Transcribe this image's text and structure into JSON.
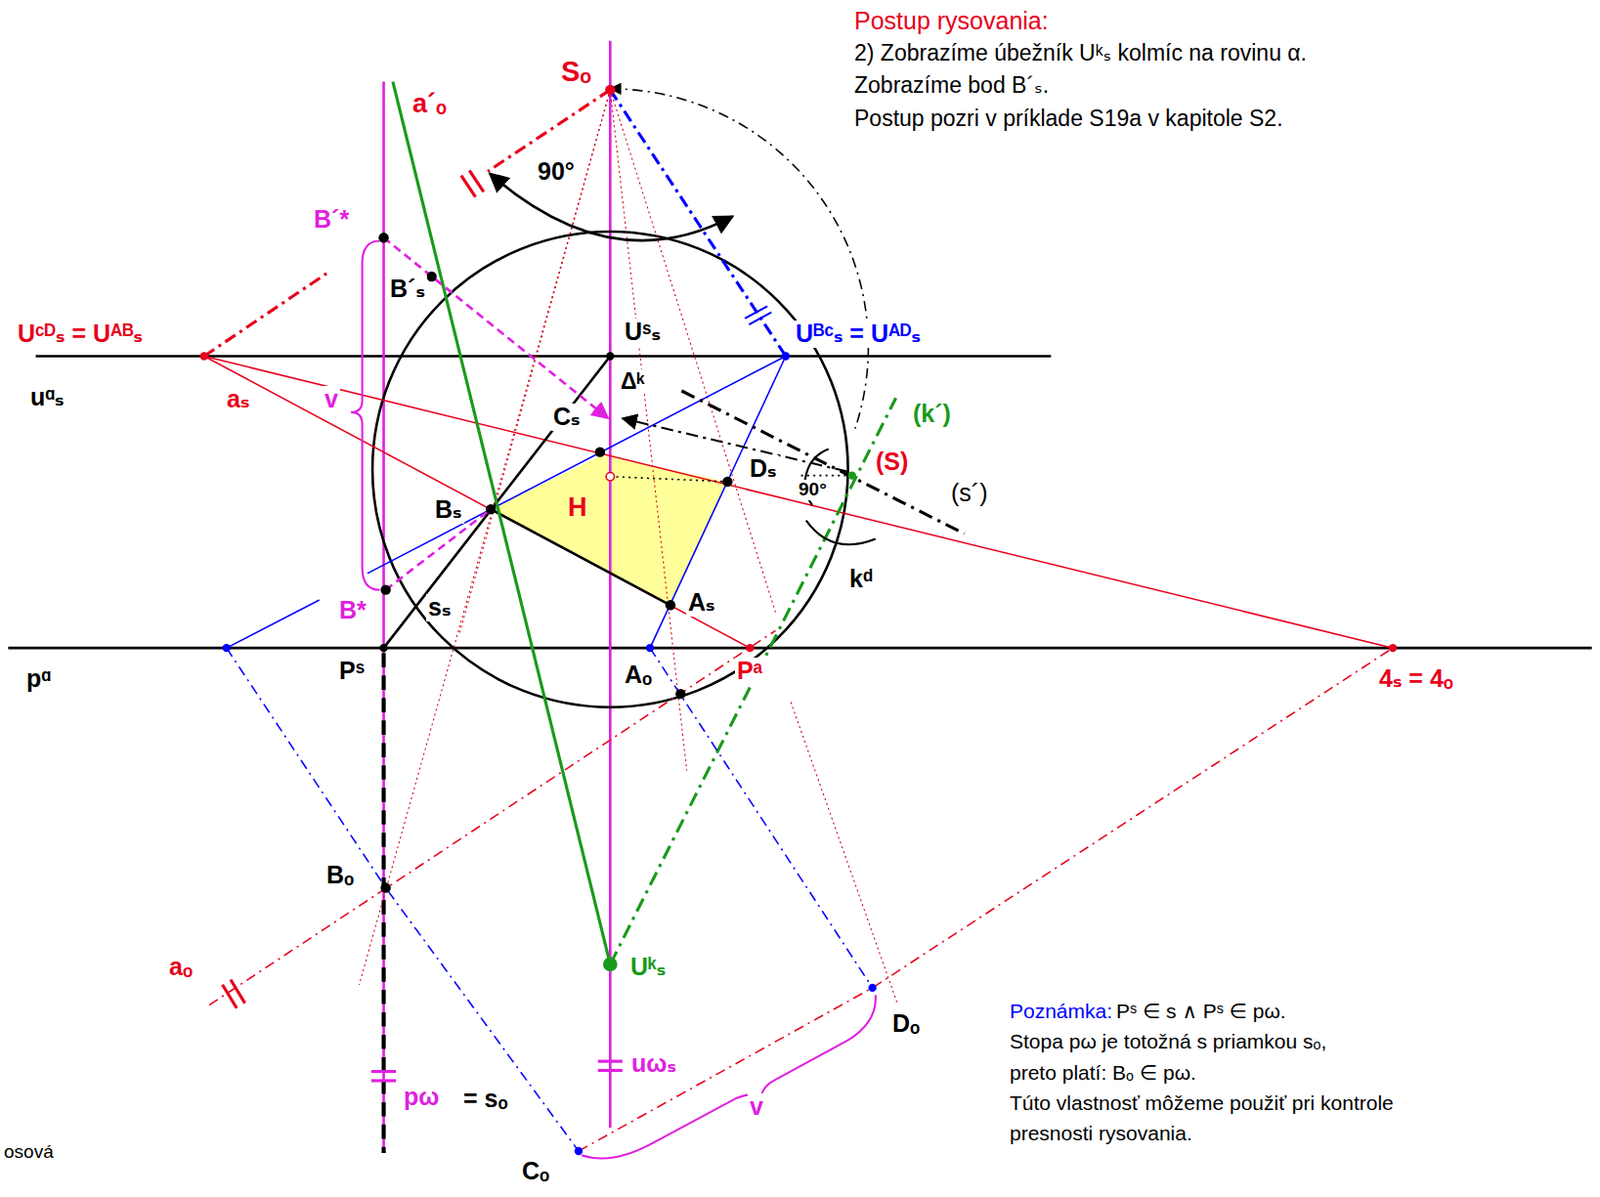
{
  "diagram": {
    "labels": [
      "Postup rysovania:",
      "2) Zobrazíme úbežník Uᵏₛ kolmíc na rovinu α.",
      "Zobrazíme bod B´ₛ.",
      "Postup pozri v príklade S19a v kapitole S2.",
      "Sₒ",
      "a´ₒ",
      "90°",
      "B´*",
      "B´ₛ",
      "Uᶜᴰₛ = Uᴬᴮₛ",
      "Uˢₛ",
      "Uᴮᶜₛ = Uᴬᴰₛ",
      "uᵅₛ",
      "aₛ",
      "v",
      "Δᵏ",
      "Cₛ",
      "Dₛ",
      "(S)",
      "(k´)",
      "90°",
      "(s´)",
      "H",
      "Bₛ",
      "kᵈ",
      "Aₛ",
      "B*",
      "sₛ",
      "pᵅ",
      "Pˢ",
      "Aₒ",
      "Pᵃ",
      "4ₛ = 4ₒ",
      "Bₒ",
      "aₒ",
      "Uᵏₛ",
      "Dₒ",
      "pω",
      "= sₒ",
      "uωₛ",
      "v",
      "Cₒ",
      "Poznámka:",
      "Pˢ ∈ s ∧ Pˢ ∈ pω.",
      "Stopa pω je totožná s priamkou sₒ,",
      "preto platí: Bₒ ∈ pω.",
      "Túto vlastnosť môžeme použiť pri kontrole",
      "presnosti rysovania.",
      "osová"
    ]
  }
}
